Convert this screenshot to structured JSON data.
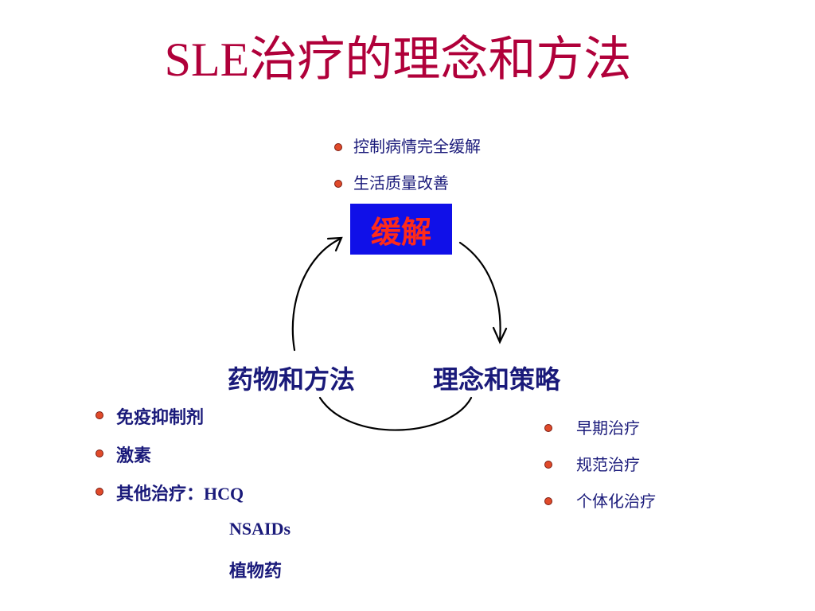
{
  "title": "SLE治疗的理念和方法",
  "goals": [
    {
      "label": "控制病情完全缓解"
    },
    {
      "label": "生活质量改善"
    }
  ],
  "remission_label": "缓解",
  "nodes": {
    "drugs_label": "药物和方法",
    "strategy_label": "理念和策略"
  },
  "drug_list": [
    {
      "label": "免疫抑制剂",
      "value": ""
    },
    {
      "label": "激素",
      "value": ""
    },
    {
      "label": "其他治疗：",
      "value": "HCQ"
    }
  ],
  "drug_sub_items": [
    "NSAIDs",
    "植物药"
  ],
  "strategy_list": [
    {
      "label": "早期治疗"
    },
    {
      "label": "规范治疗"
    },
    {
      "label": "个体化治疗"
    }
  ],
  "colors": {
    "title": "#b0003a",
    "text_blue": "#1a1a7a",
    "box_fill": "#1010e8",
    "box_text": "#ff2a1a",
    "bullet": "#e04a2a"
  }
}
